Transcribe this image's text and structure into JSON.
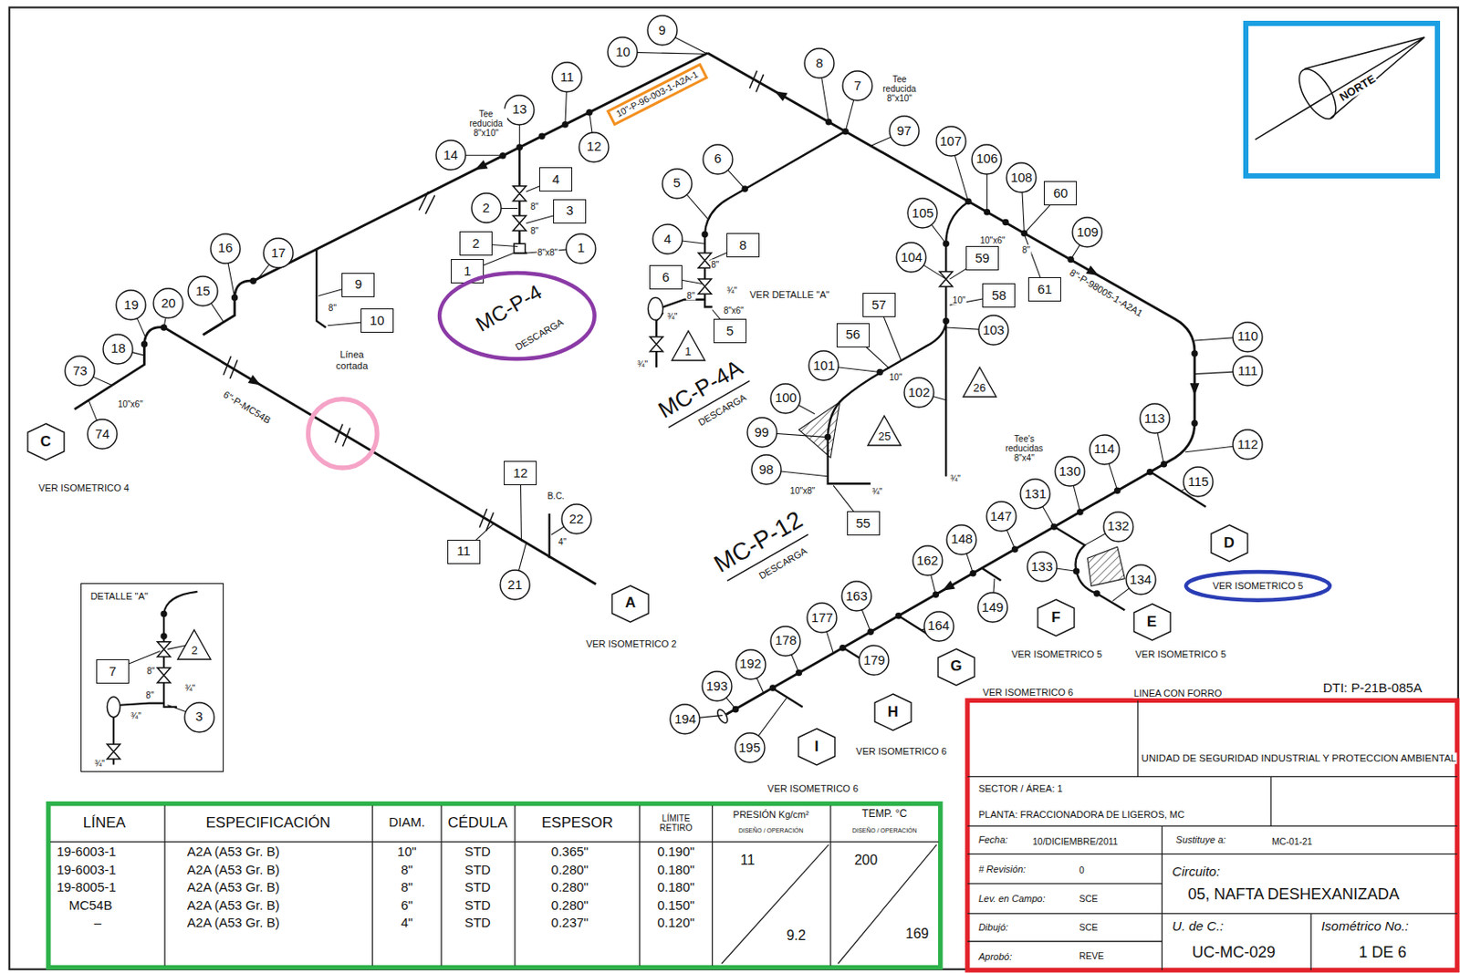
{
  "diagram": {
    "nodes": [
      {
        "text": [
          "9"
        ]
      },
      {
        "text": [
          "10"
        ]
      },
      {
        "text": [
          "10\"-P-96-003-1-A2A-1"
        ]
      },
      {
        "text": [
          "8"
        ]
      },
      {
        "text": [
          "11"
        ]
      },
      {
        "text": [
          "7"
        ]
      },
      {
        "text": [
          "13"
        ]
      },
      {
        "text": [
          "97"
        ]
      },
      {
        "text": [
          "12"
        ]
      },
      {
        "text": [
          "107"
        ]
      },
      {
        "text": [
          "14"
        ]
      },
      {
        "text": [
          "6"
        ]
      },
      {
        "text": [
          "106"
        ]
      },
      {
        "text": [
          "4"
        ]
      },
      {
        "text": [
          "108"
        ]
      },
      {
        "text": [
          "5"
        ]
      },
      {
        "text": [
          "60"
        ]
      },
      {
        "text": [
          "2"
        ]
      },
      {
        "text": [
          "3"
        ]
      },
      {
        "text": [
          "105"
        ]
      },
      {
        "text": [
          "109"
        ]
      },
      {
        "text": [
          "4"
        ]
      },
      {
        "text": [
          "8"
        ]
      },
      {
        "text": [
          "2"
        ]
      },
      {
        "text": [
          "1"
        ]
      },
      {
        "text": [
          "16"
        ]
      },
      {
        "text": [
          "17"
        ]
      },
      {
        "text": [
          "104"
        ]
      },
      {
        "text": [
          "59"
        ]
      },
      {
        "text": [
          "1"
        ]
      },
      {
        "text": [
          "6"
        ]
      },
      {
        "text": [
          "9"
        ]
      },
      {
        "text": [
          "61"
        ]
      },
      {
        "text": [
          "15"
        ]
      },
      {
        "text": [
          "58"
        ]
      },
      {
        "text": [
          "19"
        ]
      },
      {
        "text": [
          "20"
        ]
      },
      {
        "text": [
          "57"
        ]
      },
      {
        "text": [
          "MC-P-4",
          "DESCARGA"
        ]
      },
      {
        "text": [
          "10"
        ]
      },
      {
        "text": [
          "103"
        ]
      },
      {
        "text": [
          "5"
        ]
      },
      {
        "text": [
          "56"
        ]
      },
      {
        "text": [
          "110"
        ]
      },
      {
        "text": [
          "1"
        ]
      },
      {
        "text": [
          "18"
        ]
      },
      {
        "text": [
          "101"
        ]
      },
      {
        "text": [
          "73"
        ]
      },
      {
        "text": [
          "111"
        ]
      },
      {
        "text": [
          "26"
        ]
      },
      {
        "text": [
          "102"
        ]
      },
      {
        "text": [
          "100"
        ]
      },
      {
        "text": [
          "113"
        ]
      },
      {
        "text": [
          "25"
        ]
      },
      {
        "text": [
          "99"
        ]
      },
      {
        "text": [
          "74"
        ]
      },
      {
        "text": [
          "C"
        ]
      },
      {
        "text": [
          "112"
        ]
      },
      {
        "text": [
          "114"
        ]
      },
      {
        "text": [
          "98"
        ]
      },
      {
        "text": [
          "130"
        ]
      },
      {
        "text": [
          "12"
        ]
      },
      {
        "text": [
          "115"
        ]
      },
      {
        "text": [
          "131"
        ]
      },
      {
        "text": [
          "147"
        ]
      },
      {
        "text": [
          "22"
        ]
      },
      {
        "text": [
          "55"
        ]
      },
      {
        "text": [
          "132"
        ]
      },
      {
        "text": [
          "148"
        ]
      },
      {
        "text": [
          "D"
        ]
      },
      {
        "text": [
          "11"
        ]
      },
      {
        "text": [
          "162"
        ]
      },
      {
        "text": [
          "133"
        ]
      },
      {
        "text": [
          "134"
        ]
      },
      {
        "text": [
          "21"
        ]
      },
      {
        "text": [
          "VER ISOMETRICO 5"
        ]
      },
      {
        "text": [
          "DETALLE \"A\""
        ]
      },
      {
        "text": [
          "7"
        ],
        "in": 76
      },
      {
        "text": [
          "2"
        ],
        "in": 76
      },
      {
        "text": [
          "3"
        ],
        "in": 76
      },
      {
        "text": [
          "163"
        ]
      },
      {
        "text": [
          "A"
        ]
      },
      {
        "text": [
          "149"
        ]
      },
      {
        "text": [
          "F"
        ]
      },
      {
        "text": [
          "177"
        ]
      },
      {
        "text": [
          "E"
        ]
      },
      {
        "text": [
          "164"
        ]
      },
      {
        "text": [
          "178"
        ]
      },
      {
        "text": [
          "179"
        ]
      },
      {
        "text": [
          "192"
        ]
      },
      {
        "text": [
          "G"
        ]
      },
      {
        "text": [
          "193"
        ]
      },
      {
        "text": [
          "H"
        ]
      },
      {
        "text": [
          "194"
        ]
      },
      {
        "text": [
          "I"
        ]
      },
      {
        "text": [
          "195"
        ]
      },
      {
        "text": [
          "NORTE"
        ]
      }
    ],
    "labels": [
      "Tee reducida 8\"x10\"",
      "8\"",
      "8\"",
      "8\"x8\"",
      "8\"",
      "Línea cortada",
      "10\"x6\"",
      "6\"-P-MC54B",
      "B.C.",
      "4\"",
      "VER ISOMETRICO 4",
      "VER ISOMETRICO 2",
      "Tee reducida 8\"x10\"",
      "8\"",
      "¾\"",
      "VER DETALLE \"A\"",
      "8\"",
      "8\"x6\"",
      "¾\"",
      "¾\"",
      "MC-P-4A",
      "DESCARGA",
      "10\"",
      "10\"x8\"",
      "¾\"",
      "¾\"",
      "10\"",
      "10\"x6\"",
      "8\"",
      "8\"-P-98005-1-A2A1",
      "Tee's reducidas 8\"x4\"",
      "MC-P-12",
      "DESCARGA",
      "VER ISOMETRICO 5",
      "VER ISOMETRICO 5",
      "VER ISOMETRICO 6",
      "LINEA CON FORRO",
      "DTI: P-21B-085A",
      "VER ISOMETRICO 6",
      "VER ISOMETRICO 6",
      "8\"",
      "8\"",
      "¾\"",
      "¾\"",
      "¾\"",
      "LÍNEA",
      "ESPECIFICACIÓN",
      "DIAM.",
      "CÉDULA",
      "ESPESOR",
      "LÍMITE RETIRO",
      "PRESIÓN Kg/cm²",
      "DISEÑO / OPERACIÓN",
      "TEMP. °C",
      "DISEÑO / OPERACIÓN",
      "19-6003-1",
      "19-6003-1",
      "19-8005-1",
      "MC54B",
      "–",
      "A2A (A53 Gr. B)",
      "A2A (A53 Gr. B)",
      "A2A (A53 Gr. B)",
      "A2A (A53 Gr. B)",
      "A2A (A53 Gr. B)",
      "10\"",
      "8\"",
      "8\"",
      "6\"",
      "4\"",
      "STD",
      "STD",
      "STD",
      "STD",
      "STD",
      "0.365\"",
      "0.280\"",
      "0.280\"",
      "0.280\"",
      "0.237\"",
      "0.190\"",
      "0.180\"",
      "0.180\"",
      "0.150\"",
      "0.120\"",
      "11",
      "9.2",
      "200",
      "169",
      "UNIDAD DE SEGURIDAD INDUSTRIAL Y PROTECCION AMBIENTAL",
      "SECTOR / ÁREA: 1",
      "PLANTA: FRACCIONADORA DE LIGEROS, MC",
      "Fecha:",
      "10/DICIEMBRE/2011",
      "Sustituye a:",
      "MC-01-21",
      "# Revisión:",
      "0",
      "Circuito:",
      "05, NAFTA DESHEXANIZADA",
      "Lev. en Campo:",
      "SCE",
      "Dibujó:",
      "SCE",
      "U. de C.:",
      "UC-MC-029",
      "Aprobó:",
      "REVE",
      "Isométrico No.:",
      "1 DE 6"
    ]
  }
}
